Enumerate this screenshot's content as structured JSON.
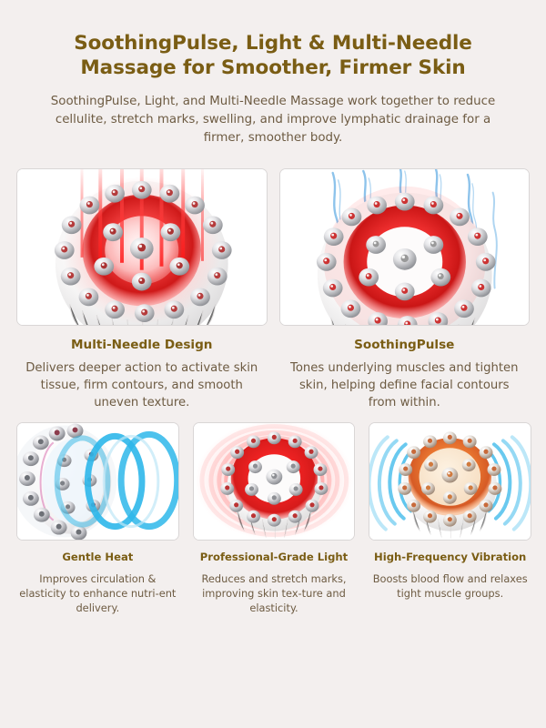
{
  "page": {
    "background_color": "#f3efee",
    "heading_color": "#7a5d14",
    "body_text_color": "#6d5b42"
  },
  "header": {
    "headline": "SoothingPulse, Light & Multi-Needle Massage for Smoother, Firmer Skin",
    "subheadline": "SoothingPulse, Light, and Multi-Needle Massage work together to reduce cellulite, stretch marks, swelling, and improve lymphatic drainage for a firmer, smoother body."
  },
  "features_top": [
    {
      "title": "Multi-Needle Design",
      "description": "Delivers deeper action to activate skin tissue, firm contours, and smooth uneven texture.",
      "image_name": "device-red-ring-with-needle-beams",
      "accent_color": "#e02020"
    },
    {
      "title": "SoothingPulse",
      "description": "Tones underlying muscles and tighten skin, helping define facial contours from within.",
      "image_name": "device-red-ring-with-blue-electric-arcs",
      "accent_color": "#e02020"
    }
  ],
  "features_bottom": [
    {
      "title": "Gentle Heat",
      "description": "Improves circulation & elasticity to enhance nutri-ent  delivery.",
      "image_name": "device-tilted-with-blue-rings",
      "accent_color": "#34b6e4"
    },
    {
      "title": "Professional-Grade Light",
      "description": "Reduces and stretch marks, improving skin tex-ture and elasticity.",
      "image_name": "device-red-glow-halo",
      "accent_color": "#ee2222"
    },
    {
      "title": "High-Frequency Vibration",
      "description": "Boosts blood flow and relaxes tight muscle groups.",
      "image_name": "device-orange-ring-with-vibration-waves",
      "accent_color": "#e8661e"
    }
  ]
}
